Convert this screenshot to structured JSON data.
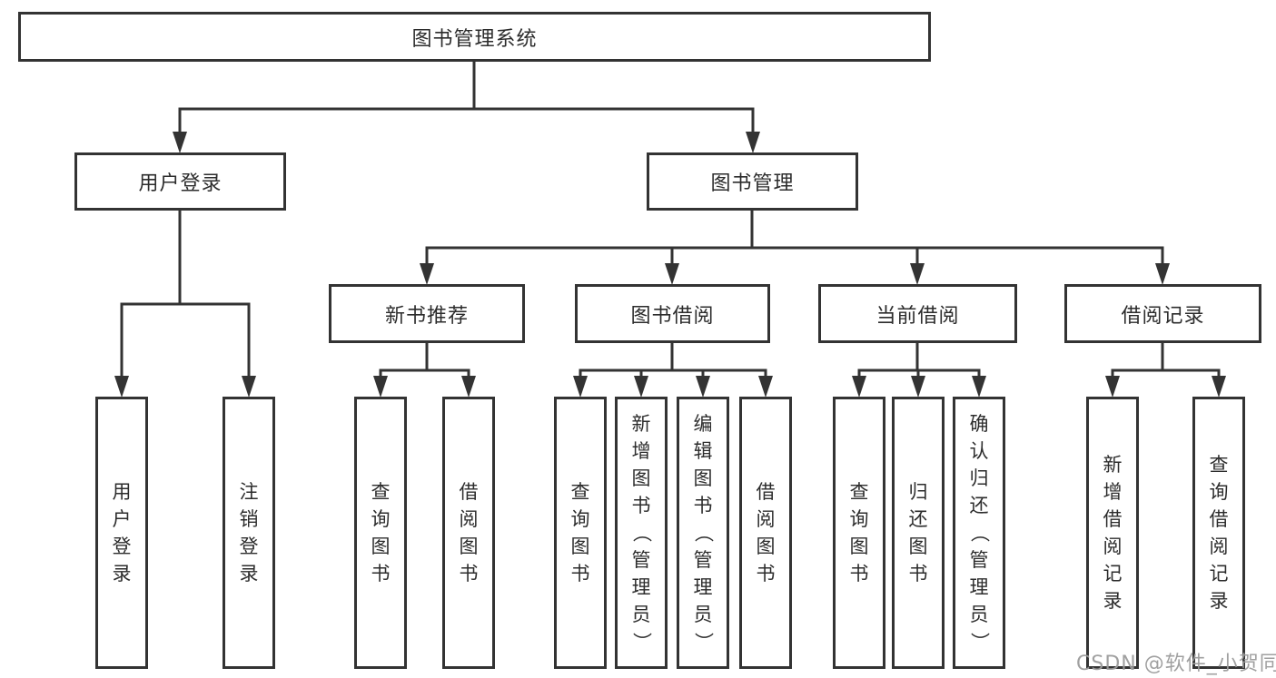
{
  "diagram": {
    "root": {
      "label": "图书管理系统"
    },
    "branches": {
      "user_login": {
        "label": "用户登录",
        "children": {
          "login": "用户登录",
          "logout": "注销登录"
        }
      },
      "book_management": {
        "label": "图书管理",
        "children": {
          "new_book_recommend": {
            "label": "新书推荐",
            "children": {
              "query_books": "查询图书",
              "borrow_books": "借阅图书"
            }
          },
          "book_borrowing": {
            "label": "图书借阅",
            "children": {
              "query_books": "查询图书",
              "add_books": "新增图书（管理员）",
              "edit_books": "编辑图书（管理员）",
              "borrow_books": "借阅图书"
            }
          },
          "current_borrowing": {
            "label": "当前借阅",
            "children": {
              "query_books": "查询图书",
              "return_books": "归还图书",
              "confirm_return": "确认归还（管理员）"
            }
          },
          "borrowing_records": {
            "label": "借阅记录",
            "children": {
              "add_record": "新增借阅记录",
              "query_record": "查询借阅记录"
            }
          }
        }
      }
    }
  },
  "watermark": {
    "text": "CSDN @软件_小贺同学"
  },
  "colors": {
    "line": "#333333",
    "text": "#2c2c2c",
    "watermark": "#9b9b9b",
    "background": "#ffffff"
  }
}
